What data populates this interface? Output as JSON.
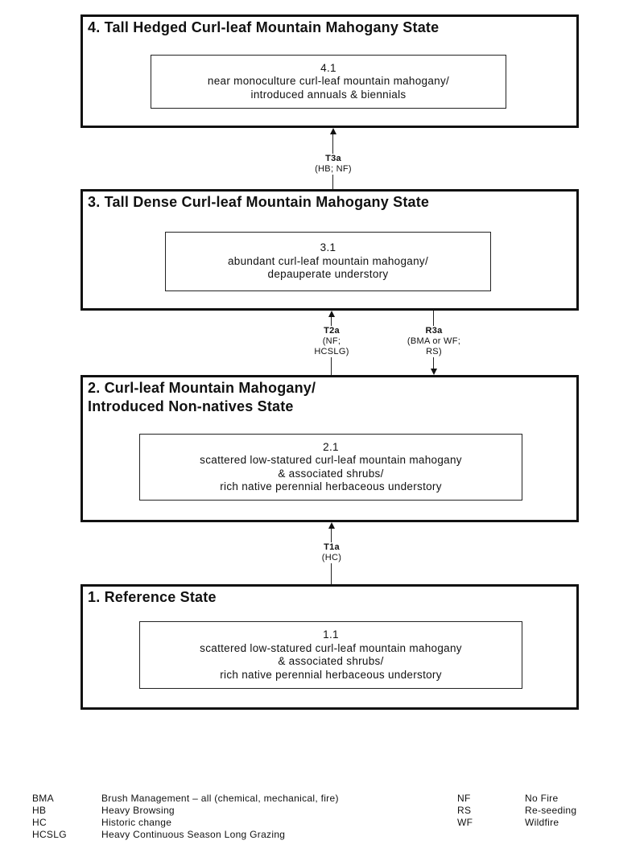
{
  "states": [
    {
      "title": "4. Tall Hedged Curl-leaf Mountain Mahogany State",
      "phase_id": "4.1",
      "phase_lines": [
        "near monoculture curl-leaf mountain mahogany/",
        "introduced annuals & biennials"
      ]
    },
    {
      "title": "3. Tall Dense Curl-leaf Mountain Mahogany State",
      "phase_id": "3.1",
      "phase_lines": [
        "abundant curl-leaf mountain mahogany/",
        "depauperate understory"
      ]
    },
    {
      "title": "2. Curl-leaf Mountain Mahogany/\nIntroduced Non-natives State",
      "phase_id": "2.1",
      "phase_lines": [
        "scattered low-statured curl-leaf mountain mahogany",
        "& associated shrubs/",
        "rich native perennial herbaceous understory"
      ]
    },
    {
      "title": "1. Reference State",
      "phase_id": "1.1",
      "phase_lines": [
        "scattered low-statured curl-leaf mountain mahogany",
        "& associated shrubs/",
        "rich native perennial herbaceous understory"
      ]
    }
  ],
  "transitions": [
    {
      "code": "T3a",
      "detail_lines": [
        "(HB; NF)"
      ],
      "from": "3",
      "to": "4"
    },
    {
      "code": "T2a",
      "detail_lines": [
        "(NF;",
        "HCSLG)"
      ],
      "from": "2",
      "to": "3"
    },
    {
      "code": "R3a",
      "detail_lines": [
        "(BMA or WF;",
        "RS)"
      ],
      "from": "3",
      "to": "2"
    },
    {
      "code": "T1a",
      "detail_lines": [
        "(HC)"
      ],
      "from": "1",
      "to": "2"
    }
  ],
  "legend": {
    "left": [
      {
        "abbr": "BMA",
        "meaning": "Brush Management – all (chemical, mechanical, fire)"
      },
      {
        "abbr": "HB",
        "meaning": "Heavy Browsing"
      },
      {
        "abbr": "HC",
        "meaning": "Historic change"
      },
      {
        "abbr": "HCSLG",
        "meaning": "Heavy Continuous Season Long Grazing"
      }
    ],
    "right": [
      {
        "abbr": "NF",
        "meaning": "No Fire"
      },
      {
        "abbr": "RS",
        "meaning": "Re-seeding"
      },
      {
        "abbr": "WF",
        "meaning": "Wildfire"
      }
    ]
  }
}
